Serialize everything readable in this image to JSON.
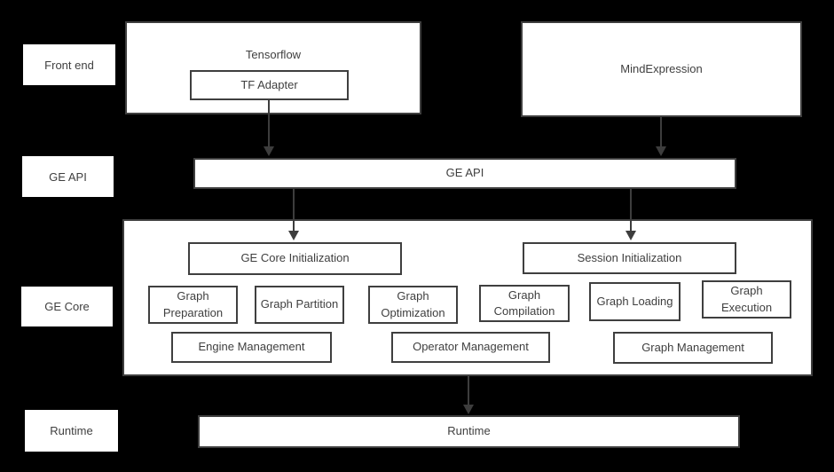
{
  "colors": {
    "bg": "#000000",
    "fill": "#ffffff",
    "border": "#3f3f3f",
    "text": "#3f3f3f",
    "arrow": "#3d3d3d"
  },
  "side_labels": {
    "front_end": "Front end",
    "ge_api": "GE API",
    "ge_core": "GE Core",
    "runtime": "Runtime"
  },
  "front_end": {
    "tensorflow": "Tensorflow",
    "tf_adapter": "TF Adapter",
    "mind_expression": "MindExpression"
  },
  "ge_api_bar": "GE API",
  "ge_core": {
    "init": {
      "core_init": "GE Core Initialization",
      "session_init": "Session Initialization"
    },
    "stages": [
      "Graph Preparation",
      "Graph Partition",
      "Graph Optimization",
      "Graph Compilation",
      "Graph Loading",
      "Graph Execution"
    ],
    "management": [
      "Engine Management",
      "Operator Management",
      "Graph Management"
    ]
  },
  "runtime_bar": "Runtime"
}
